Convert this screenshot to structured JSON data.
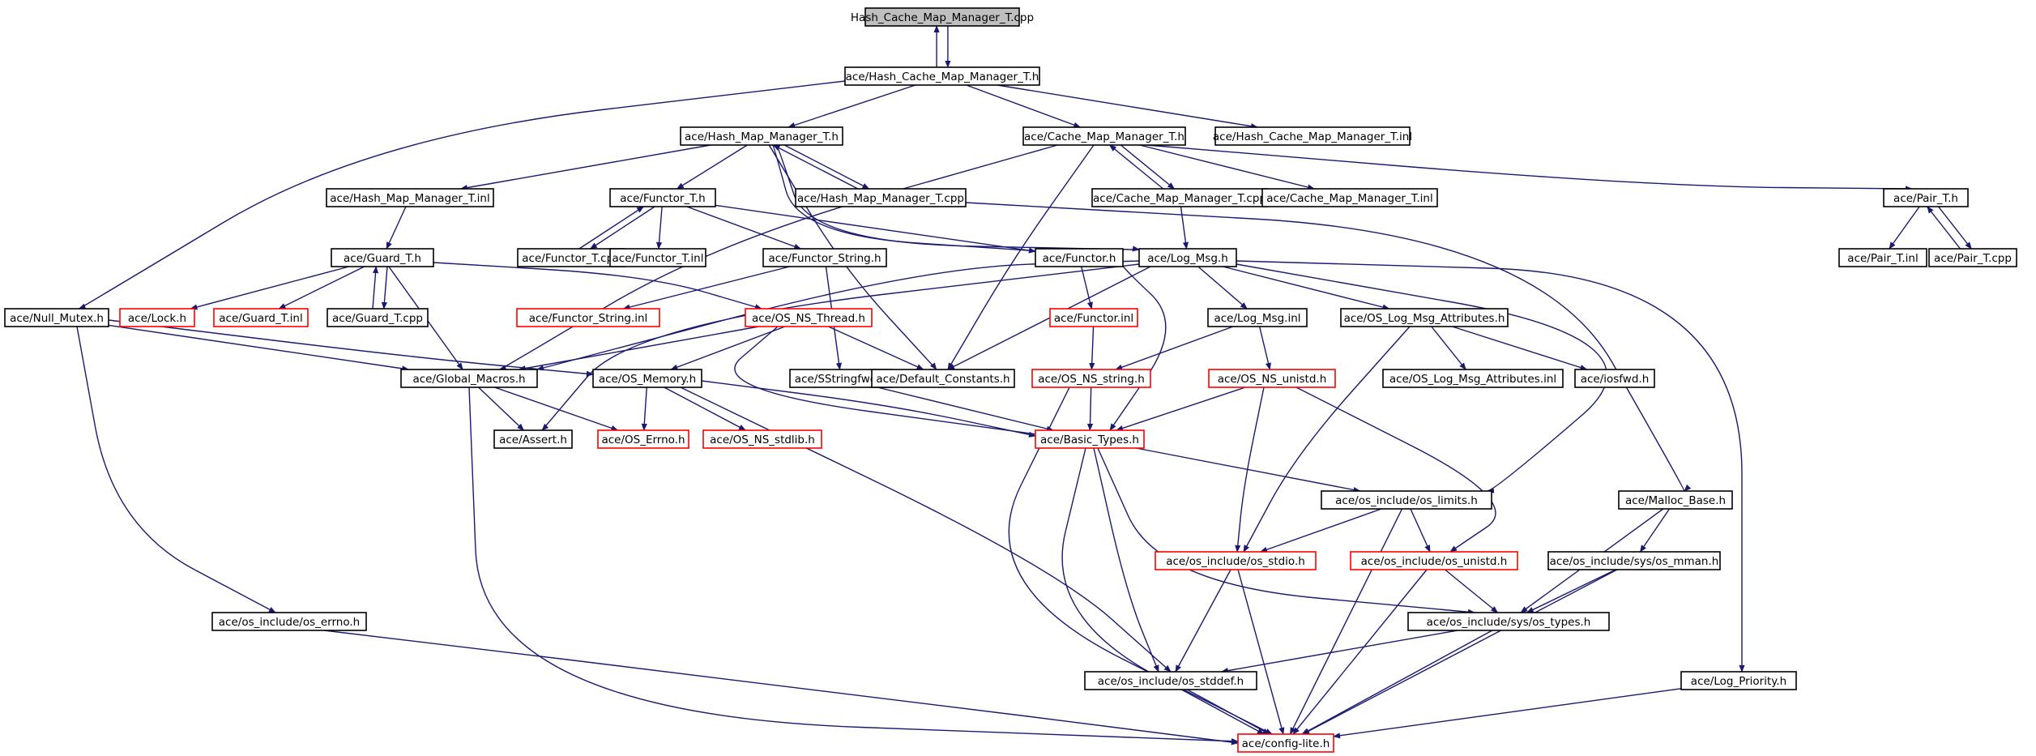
{
  "diagram": {
    "type": "include-dependency-graph",
    "edge_color": "#191970",
    "node_border_color": "#000000",
    "missing_node_border_color": "#ff0000",
    "root_fill_color": "#bfbfbf",
    "nodes": [
      {
        "id": "root",
        "label": "Hash_Cache_Map_Manager_T.cpp",
        "style": "root"
      },
      {
        "id": "hcmm_h",
        "label": "ace/Hash_Cache_Map_Manager_T.h",
        "style": "normal"
      },
      {
        "id": "hmm_h",
        "label": "ace/Hash_Map_Manager_T.h",
        "style": "normal"
      },
      {
        "id": "cmm_h",
        "label": "ace/Cache_Map_Manager_T.h",
        "style": "normal"
      },
      {
        "id": "hcmm_inl",
        "label": "ace/Hash_Cache_Map_Manager_T.inl",
        "style": "normal"
      },
      {
        "id": "hmm_inl",
        "label": "ace/Hash_Map_Manager_T.inl",
        "style": "normal"
      },
      {
        "id": "functor_t_h",
        "label": "ace/Functor_T.h",
        "style": "normal"
      },
      {
        "id": "hmm_cpp",
        "label": "ace/Hash_Map_Manager_T.cpp",
        "style": "normal"
      },
      {
        "id": "cmm_cpp",
        "label": "ace/Cache_Map_Manager_T.cpp",
        "style": "normal"
      },
      {
        "id": "cmm_inl",
        "label": "ace/Cache_Map_Manager_T.inl",
        "style": "normal"
      },
      {
        "id": "pair_h",
        "label": "ace/Pair_T.h",
        "style": "normal"
      },
      {
        "id": "guard_h",
        "label": "ace/Guard_T.h",
        "style": "normal"
      },
      {
        "id": "functor_t_cpp",
        "label": "ace/Functor_T.cpp",
        "style": "normal"
      },
      {
        "id": "functor_t_inl",
        "label": "ace/Functor_T.inl",
        "style": "normal"
      },
      {
        "id": "functor_string_h",
        "label": "ace/Functor_String.h",
        "style": "normal"
      },
      {
        "id": "functor_h",
        "label": "ace/Functor.h",
        "style": "normal"
      },
      {
        "id": "log_msg_h",
        "label": "ace/Log_Msg.h",
        "style": "normal"
      },
      {
        "id": "pair_inl",
        "label": "ace/Pair_T.inl",
        "style": "normal"
      },
      {
        "id": "pair_cpp",
        "label": "ace/Pair_T.cpp",
        "style": "normal"
      },
      {
        "id": "null_mutex_h",
        "label": "ace/Null_Mutex.h",
        "style": "normal"
      },
      {
        "id": "lock_h",
        "label": "ace/Lock.h",
        "style": "missing"
      },
      {
        "id": "guard_inl",
        "label": "ace/Guard_T.inl",
        "style": "missing"
      },
      {
        "id": "guard_cpp",
        "label": "ace/Guard_T.cpp",
        "style": "normal"
      },
      {
        "id": "functor_string_inl",
        "label": "ace/Functor_String.inl",
        "style": "missing"
      },
      {
        "id": "os_ns_thread_h",
        "label": "ace/OS_NS_Thread.h",
        "style": "missing"
      },
      {
        "id": "functor_inl",
        "label": "ace/Functor.inl",
        "style": "missing"
      },
      {
        "id": "log_msg_inl",
        "label": "ace/Log_Msg.inl",
        "style": "normal"
      },
      {
        "id": "os_log_msg_attr_h",
        "label": "ace/OS_Log_Msg_Attributes.h",
        "style": "normal"
      },
      {
        "id": "global_macros_h",
        "label": "ace/Global_Macros.h",
        "style": "normal"
      },
      {
        "id": "os_memory_h",
        "label": "ace/OS_Memory.h",
        "style": "normal"
      },
      {
        "id": "sstringfwd_h",
        "label": "ace/SStringfwd.h",
        "style": "normal"
      },
      {
        "id": "default_constants_h",
        "label": "ace/Default_Constants.h",
        "style": "normal"
      },
      {
        "id": "os_ns_string_h",
        "label": "ace/OS_NS_string.h",
        "style": "missing"
      },
      {
        "id": "os_ns_unistd_h",
        "label": "ace/OS_NS_unistd.h",
        "style": "missing"
      },
      {
        "id": "os_log_msg_attr_inl",
        "label": "ace/OS_Log_Msg_Attributes.inl",
        "style": "normal"
      },
      {
        "id": "iosfwd_h",
        "label": "ace/iosfwd.h",
        "style": "normal"
      },
      {
        "id": "assert_h",
        "label": "ace/Assert.h",
        "style": "normal"
      },
      {
        "id": "os_errno_h",
        "label": "ace/OS_Errno.h",
        "style": "missing"
      },
      {
        "id": "os_ns_stdlib_h",
        "label": "ace/OS_NS_stdlib.h",
        "style": "missing"
      },
      {
        "id": "basic_types_h",
        "label": "ace/Basic_Types.h",
        "style": "missing"
      },
      {
        "id": "os_limits_h",
        "label": "ace/os_include/os_limits.h",
        "style": "normal"
      },
      {
        "id": "malloc_base_h",
        "label": "ace/Malloc_Base.h",
        "style": "normal"
      },
      {
        "id": "os_stdio_h",
        "label": "ace/os_include/os_stdio.h",
        "style": "missing"
      },
      {
        "id": "os_unistd_h",
        "label": "ace/os_include/os_unistd.h",
        "style": "missing"
      },
      {
        "id": "os_mman_h",
        "label": "ace/os_include/sys/os_mman.h",
        "style": "normal"
      },
      {
        "id": "os_errno_inc_h",
        "label": "ace/os_include/os_errno.h",
        "style": "normal"
      },
      {
        "id": "os_types_h",
        "label": "ace/os_include/sys/os_types.h",
        "style": "normal"
      },
      {
        "id": "os_stddef_h",
        "label": "ace/os_include/os_stddef.h",
        "style": "normal"
      },
      {
        "id": "log_priority_h",
        "label": "ace/Log_Priority.h",
        "style": "normal"
      },
      {
        "id": "config_lite_h",
        "label": "ace/config-lite.h",
        "style": "missing"
      }
    ],
    "edges": [
      [
        "root",
        "hcmm_h"
      ],
      [
        "hcmm_h",
        "root"
      ],
      [
        "hcmm_h",
        "hmm_h"
      ],
      [
        "hcmm_h",
        "cmm_h"
      ],
      [
        "hcmm_h",
        "hcmm_inl"
      ],
      [
        "hcmm_h",
        "null_mutex_h"
      ],
      [
        "hmm_h",
        "hmm_inl"
      ],
      [
        "hmm_h",
        "functor_t_h"
      ],
      [
        "hmm_h",
        "hmm_cpp"
      ],
      [
        "hmm_cpp",
        "hmm_h"
      ],
      [
        "hmm_h",
        "functor_h"
      ],
      [
        "hmm_h",
        "log_msg_h"
      ],
      [
        "hmm_h",
        "default_constants_h"
      ],
      [
        "cmm_h",
        "cmm_cpp"
      ],
      [
        "cmm_cpp",
        "cmm_h"
      ],
      [
        "cmm_h",
        "cmm_inl"
      ],
      [
        "cmm_h",
        "pair_h"
      ],
      [
        "cmm_h",
        "global_macros_h"
      ],
      [
        "cmm_h",
        "default_constants_h"
      ],
      [
        "hmm_inl",
        "guard_h"
      ],
      [
        "functor_t_h",
        "functor_t_cpp"
      ],
      [
        "functor_t_cpp",
        "functor_t_h"
      ],
      [
        "functor_t_h",
        "functor_t_inl"
      ],
      [
        "functor_t_h",
        "functor_string_h"
      ],
      [
        "functor_t_h",
        "functor_h"
      ],
      [
        "hmm_cpp",
        "malloc_base_h"
      ],
      [
        "cmm_cpp",
        "log_msg_h"
      ],
      [
        "pair_h",
        "pair_inl"
      ],
      [
        "pair_h",
        "pair_cpp"
      ],
      [
        "pair_cpp",
        "pair_h"
      ],
      [
        "guard_h",
        "lock_h"
      ],
      [
        "guard_h",
        "guard_inl"
      ],
      [
        "guard_h",
        "guard_cpp"
      ],
      [
        "guard_cpp",
        "guard_h"
      ],
      [
        "guard_h",
        "os_ns_thread_h"
      ],
      [
        "guard_h",
        "global_macros_h"
      ],
      [
        "functor_string_h",
        "functor_string_inl"
      ],
      [
        "functor_string_h",
        "sstringfwd_h"
      ],
      [
        "functor_h",
        "functor_inl"
      ],
      [
        "functor_h",
        "basic_types_h"
      ],
      [
        "log_msg_h",
        "log_msg_inl"
      ],
      [
        "log_msg_h",
        "os_log_msg_attr_h"
      ],
      [
        "log_msg_h",
        "global_macros_h"
      ],
      [
        "log_msg_h",
        "default_constants_h"
      ],
      [
        "log_msg_h",
        "assert_h"
      ],
      [
        "log_msg_h",
        "log_priority_h"
      ],
      [
        "log_msg_h",
        "os_limits_h"
      ],
      [
        "null_mutex_h",
        "global_macros_h"
      ],
      [
        "null_mutex_h",
        "os_memory_h"
      ],
      [
        "null_mutex_h",
        "os_errno_inc_h"
      ],
      [
        "os_ns_thread_h",
        "global_macros_h"
      ],
      [
        "os_ns_thread_h",
        "os_memory_h"
      ],
      [
        "os_ns_thread_h",
        "default_constants_h"
      ],
      [
        "os_ns_thread_h",
        "basic_types_h"
      ],
      [
        "functor_inl",
        "os_ns_string_h"
      ],
      [
        "log_msg_inl",
        "os_ns_string_h"
      ],
      [
        "log_msg_inl",
        "os_ns_unistd_h"
      ],
      [
        "os_log_msg_attr_h",
        "os_log_msg_attr_inl"
      ],
      [
        "os_log_msg_attr_h",
        "iosfwd_h"
      ],
      [
        "os_log_msg_attr_h",
        "os_stdio_h"
      ],
      [
        "global_macros_h",
        "assert_h"
      ],
      [
        "global_macros_h",
        "os_errno_h"
      ],
      [
        "global_macros_h",
        "config_lite_h"
      ],
      [
        "os_memory_h",
        "os_errno_h"
      ],
      [
        "os_memory_h",
        "os_ns_stdlib_h"
      ],
      [
        "os_memory_h",
        "basic_types_h"
      ],
      [
        "os_memory_h",
        "os_stddef_h"
      ],
      [
        "sstringfwd_h",
        "basic_types_h"
      ],
      [
        "os_ns_string_h",
        "basic_types_h"
      ],
      [
        "os_ns_string_h",
        "config_lite_h"
      ],
      [
        "os_ns_unistd_h",
        "basic_types_h"
      ],
      [
        "os_ns_unistd_h",
        "os_stdio_h"
      ],
      [
        "os_ns_unistd_h",
        "os_unistd_h"
      ],
      [
        "basic_types_h",
        "os_limits_h"
      ],
      [
        "basic_types_h",
        "os_stddef_h"
      ],
      [
        "basic_types_h",
        "os_types_h"
      ],
      [
        "basic_types_h",
        "config_lite_h"
      ],
      [
        "os_limits_h",
        "os_stdio_h"
      ],
      [
        "os_limits_h",
        "os_unistd_h"
      ],
      [
        "os_limits_h",
        "config_lite_h"
      ],
      [
        "malloc_base_h",
        "os_mman_h"
      ],
      [
        "malloc_base_h",
        "os_types_h"
      ],
      [
        "os_stdio_h",
        "os_stddef_h"
      ],
      [
        "os_stdio_h",
        "config_lite_h"
      ],
      [
        "os_unistd_h",
        "os_types_h"
      ],
      [
        "os_unistd_h",
        "config_lite_h"
      ],
      [
        "os_mman_h",
        "os_types_h"
      ],
      [
        "os_mman_h",
        "config_lite_h"
      ],
      [
        "os_types_h",
        "os_stddef_h"
      ],
      [
        "os_types_h",
        "config_lite_h"
      ],
      [
        "os_stddef_h",
        "config_lite_h"
      ],
      [
        "os_errno_inc_h",
        "config_lite_h"
      ],
      [
        "log_priority_h",
        "config_lite_h"
      ]
    ]
  }
}
